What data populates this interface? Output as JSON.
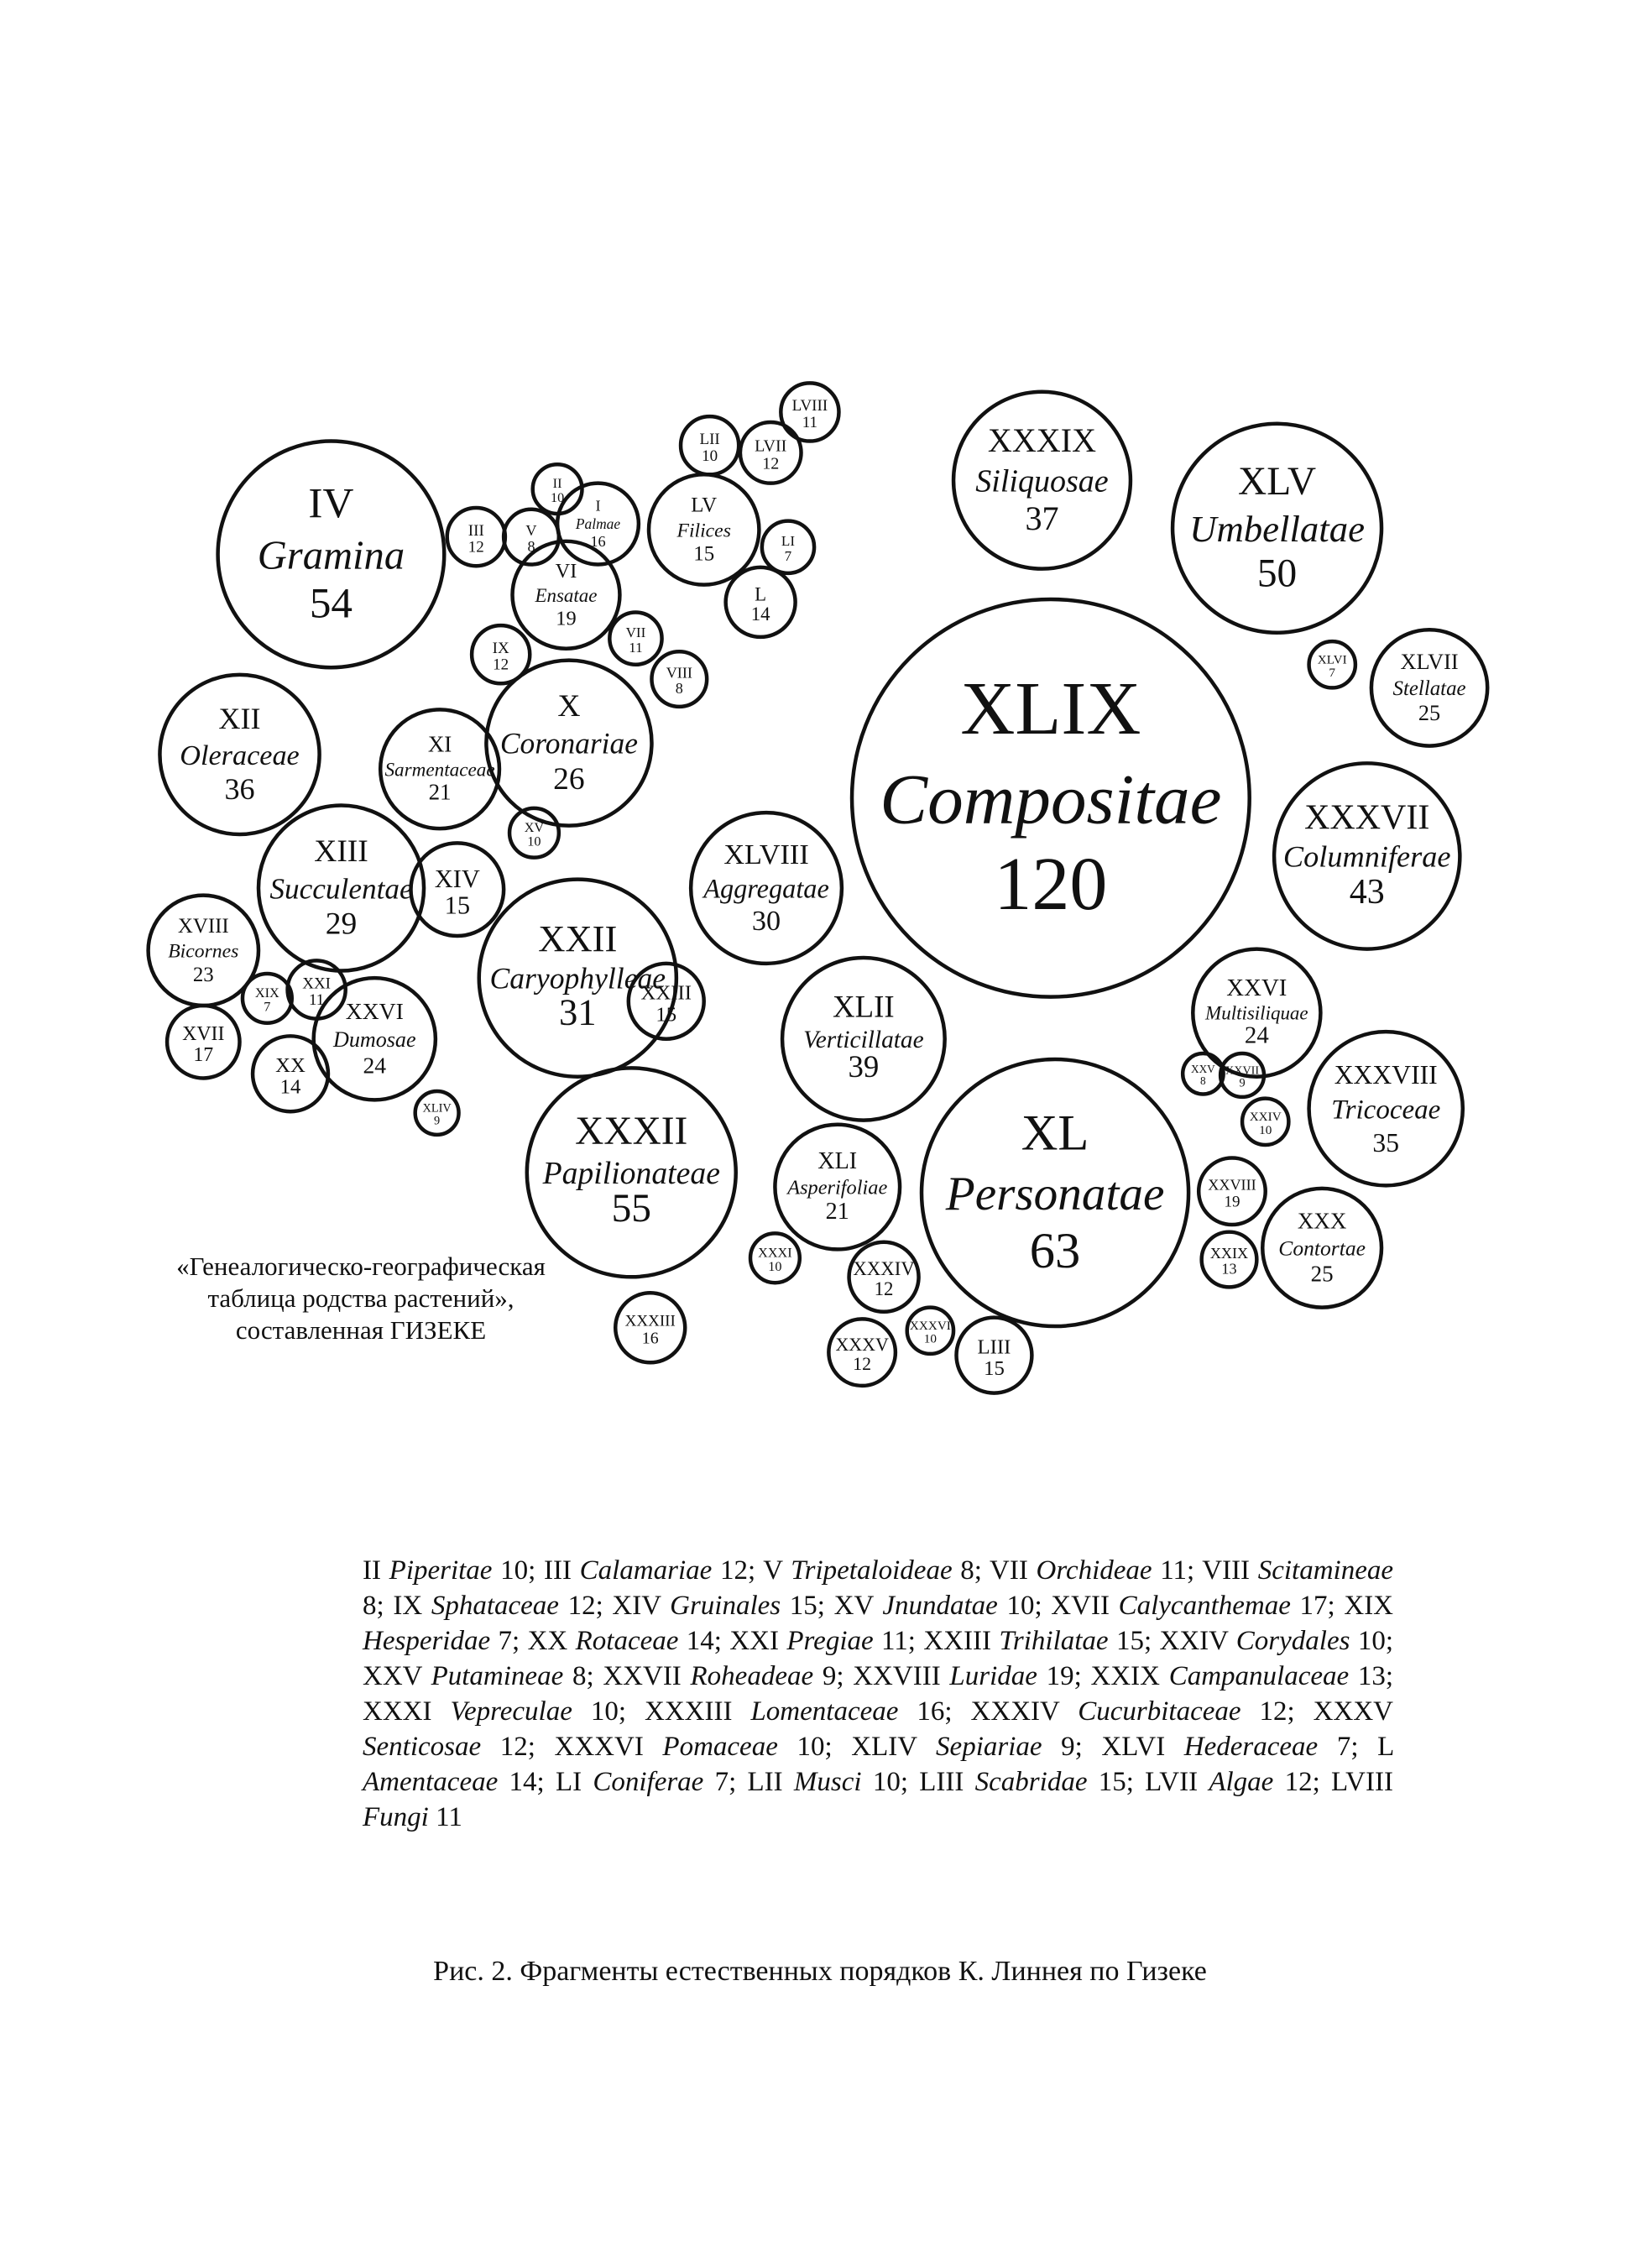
{
  "orders": [
    {
      "roman": "IV",
      "name": "Gramina",
      "count": "54"
    },
    {
      "roman": "XII",
      "name": "Oleraceae",
      "count": "36"
    },
    {
      "roman": "XIII",
      "name": "Succulentae",
      "count": "29"
    },
    {
      "roman": "XIV",
      "name": "",
      "count": "15"
    },
    {
      "roman": "XVIII",
      "name": "Bicornes",
      "count": "23"
    },
    {
      "roman": "XIX",
      "name": "",
      "count": "7"
    },
    {
      "roman": "XXI",
      "name": "",
      "count": "11"
    },
    {
      "roman": "XVII",
      "name": "",
      "count": "17"
    },
    {
      "roman": "XX",
      "name": "",
      "count": "14"
    },
    {
      "roman": "XXVI",
      "name": "Dumosae",
      "count": "24"
    },
    {
      "roman": "XLIV",
      "name": "",
      "count": "9"
    },
    {
      "roman": "XXII",
      "name": "Caryophylleae",
      "count": "31"
    },
    {
      "roman": "XXIII",
      "name": "",
      "count": "15"
    },
    {
      "roman": "III",
      "name": "",
      "count": "12"
    },
    {
      "roman": "V",
      "name": "",
      "count": "8"
    },
    {
      "roman": "II",
      "name": "",
      "count": "10"
    },
    {
      "roman": "I",
      "name": "Palmae",
      "count": "16"
    },
    {
      "roman": "VI",
      "name": "Ensatae",
      "count": "19"
    },
    {
      "roman": "IX",
      "name": "",
      "count": "12"
    },
    {
      "roman": "VII",
      "name": "",
      "count": "11"
    },
    {
      "roman": "VIII",
      "name": "",
      "count": "8"
    },
    {
      "roman": "X",
      "name": "Coronariae",
      "count": "26"
    },
    {
      "roman": "XI",
      "name": "Sarmentaceae",
      "count": "21"
    },
    {
      "roman": "XV",
      "name": "",
      "count": "10"
    },
    {
      "roman": "LV",
      "name": "Filices",
      "count": "15"
    },
    {
      "roman": "LII",
      "name": "",
      "count": "10"
    },
    {
      "roman": "LVII",
      "name": "",
      "count": "12"
    },
    {
      "roman": "LVIII",
      "name": "",
      "count": "11"
    },
    {
      "roman": "LI",
      "name": "",
      "count": "7"
    },
    {
      "roman": "L",
      "name": "",
      "count": "14"
    },
    {
      "roman": "XXXIX",
      "name": "Siliquosae",
      "count": "37"
    },
    {
      "roman": "XLV",
      "name": "Umbellatae",
      "count": "50"
    },
    {
      "roman": "XLVI",
      "name": "",
      "count": "7"
    },
    {
      "roman": "XLVII",
      "name": "Stellatae",
      "count": "25"
    },
    {
      "roman": "XLIX",
      "name": "Compositae",
      "count": "120"
    },
    {
      "roman": "XXXVII",
      "name": "Columniferae",
      "count": "43"
    },
    {
      "roman": "XLVIII",
      "name": "Aggregatae",
      "count": "30"
    },
    {
      "roman": "XLII",
      "name": "Verticillatae",
      "count": "39"
    },
    {
      "roman": "XXVI",
      "name": "Multisiliquae",
      "count": "24"
    },
    {
      "roman": "XXV",
      "name": "",
      "count": "8"
    },
    {
      "roman": "XXVII",
      "name": "",
      "count": "9"
    },
    {
      "roman": "XXIV",
      "name": "",
      "count": "10"
    },
    {
      "roman": "XXXVIII",
      "name": "Tricoceae",
      "count": "35"
    },
    {
      "roman": "XXVIII",
      "name": "",
      "count": "19"
    },
    {
      "roman": "XXIX",
      "name": "",
      "count": "13"
    },
    {
      "roman": "XXX",
      "name": "Contortae",
      "count": "25"
    },
    {
      "roman": "XL",
      "name": "Personatae",
      "count": "63"
    },
    {
      "roman": "XXXII",
      "name": "Papilionateae",
      "count": "55"
    },
    {
      "roman": "XLI",
      "name": "Asperifoliae",
      "count": "21"
    },
    {
      "roman": "XXXI",
      "name": "",
      "count": "10"
    },
    {
      "roman": "XXXIII",
      "name": "",
      "count": "16"
    },
    {
      "roman": "XXXIV",
      "name": "",
      "count": "12"
    },
    {
      "roman": "XXXV",
      "name": "",
      "count": "12"
    },
    {
      "roman": "XXXVI",
      "name": "",
      "count": "10"
    },
    {
      "roman": "LIII",
      "name": "",
      "count": "15"
    }
  ],
  "inset_caption": {
    "line1": "«Генеалогическо-географическая",
    "line2": "таблица родства растений»,",
    "line3": "составленная ГИЗЕКЕ"
  },
  "legend": [
    {
      "roman": "II",
      "name": "Piperitae",
      "count": "10"
    },
    {
      "roman": "III",
      "name": "Calamariae",
      "count": "12"
    },
    {
      "roman": "V",
      "name": "Tripetaloideae",
      "count": "8"
    },
    {
      "roman": "VII",
      "name": "Orchideae",
      "count": "11"
    },
    {
      "roman": "VIII",
      "name": "Scitamineae",
      "count": "8"
    },
    {
      "roman": "IX",
      "name": "Sphataceae",
      "count": "12"
    },
    {
      "roman": "XIV",
      "name": "Gruinales",
      "count": "15"
    },
    {
      "roman": "XV",
      "name": "Jnundatae",
      "count": "10"
    },
    {
      "roman": "XVII",
      "name": "Calycanthemae",
      "count": "17"
    },
    {
      "roman": "XIX",
      "name": "Hesperidae",
      "count": "7"
    },
    {
      "roman": "XX",
      "name": "Rotaceae",
      "count": "14"
    },
    {
      "roman": "XXI",
      "name": "Pregiae",
      "count": "11"
    },
    {
      "roman": "XXIII",
      "name": "Trihilatae",
      "count": "15"
    },
    {
      "roman": "XXIV",
      "name": "Corydales",
      "count": "10"
    },
    {
      "roman": "XXV",
      "name": "Putamineae",
      "count": "8"
    },
    {
      "roman": "XXVII",
      "name": "Roheadeae",
      "count": "9"
    },
    {
      "roman": "XXVIII",
      "name": "Luridae",
      "count": "19"
    },
    {
      "roman": "XXIX",
      "name": "Campanulaceae",
      "count": "13"
    },
    {
      "roman": "XXXI",
      "name": "Vepreculae",
      "count": "10"
    },
    {
      "roman": "XXXIII",
      "name": "Lomentaceae",
      "count": "16"
    },
    {
      "roman": "XXXIV",
      "name": "Cucurbitaceae",
      "count": "12"
    },
    {
      "roman": "XXXV",
      "name": "Senticosae",
      "count": "12"
    },
    {
      "roman": "XXXVI",
      "name": "Pomaceae",
      "count": "10"
    },
    {
      "roman": "XLIV",
      "name": "Sepiariae",
      "count": "9"
    },
    {
      "roman": "XLVI",
      "name": "Hederaceae",
      "count": "7"
    },
    {
      "roman": "L",
      "name": "Amentaceae",
      "count": "14"
    },
    {
      "roman": "LI",
      "name": "Coniferae",
      "count": "7"
    },
    {
      "roman": "LII",
      "name": "Musci",
      "count": "10"
    },
    {
      "roman": "LIII",
      "name": "Scabridae",
      "count": "15"
    },
    {
      "roman": "LVII",
      "name": "Algae",
      "count": "12"
    },
    {
      "roman": "LVIII",
      "name": "Fungi",
      "count": "11"
    }
  ],
  "figure_caption": "Рис. 2. Фрагменты естественных порядков К. Линнея по Гизеке"
}
